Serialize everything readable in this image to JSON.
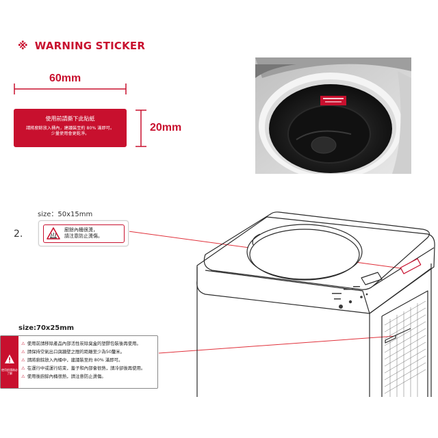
{
  "heading": {
    "mark": "※",
    "title": "WARNING STICKER"
  },
  "sticker1": {
    "width_label": "60mm",
    "height_label": "20mm",
    "line1": "使用前請撕下此貼紙",
    "line2": "請將廚餘放入桶內，建議裝至約 80% 滿即可。",
    "line3": "少量使用會更乾淨。"
  },
  "sticker2": {
    "number": "2.",
    "size": "size：50x15mm",
    "line1": "廚餘內桶很燙，",
    "line2": "請注意防止燙傷。"
  },
  "sticker3": {
    "size": "size:70x25mm",
    "side_caption": "使用前請務必了解",
    "items": [
      "使用前請移除產品內部活性炭除臭盒的塑膠包裝後再使用。",
      "請保持空氣出口與牆壁之間的距離至少為50釐米。",
      "請將廚餘放入內桶中，建議裝至約 80% 滿即可。",
      "在運行中或運行結束，蓋子和內部會很熱，請冷卻後再使用。",
      "使用後廚餘內桶很熱，請注意防止燙傷。"
    ]
  },
  "colors": {
    "accent": "#c8102e",
    "leader": "#e0303a"
  }
}
